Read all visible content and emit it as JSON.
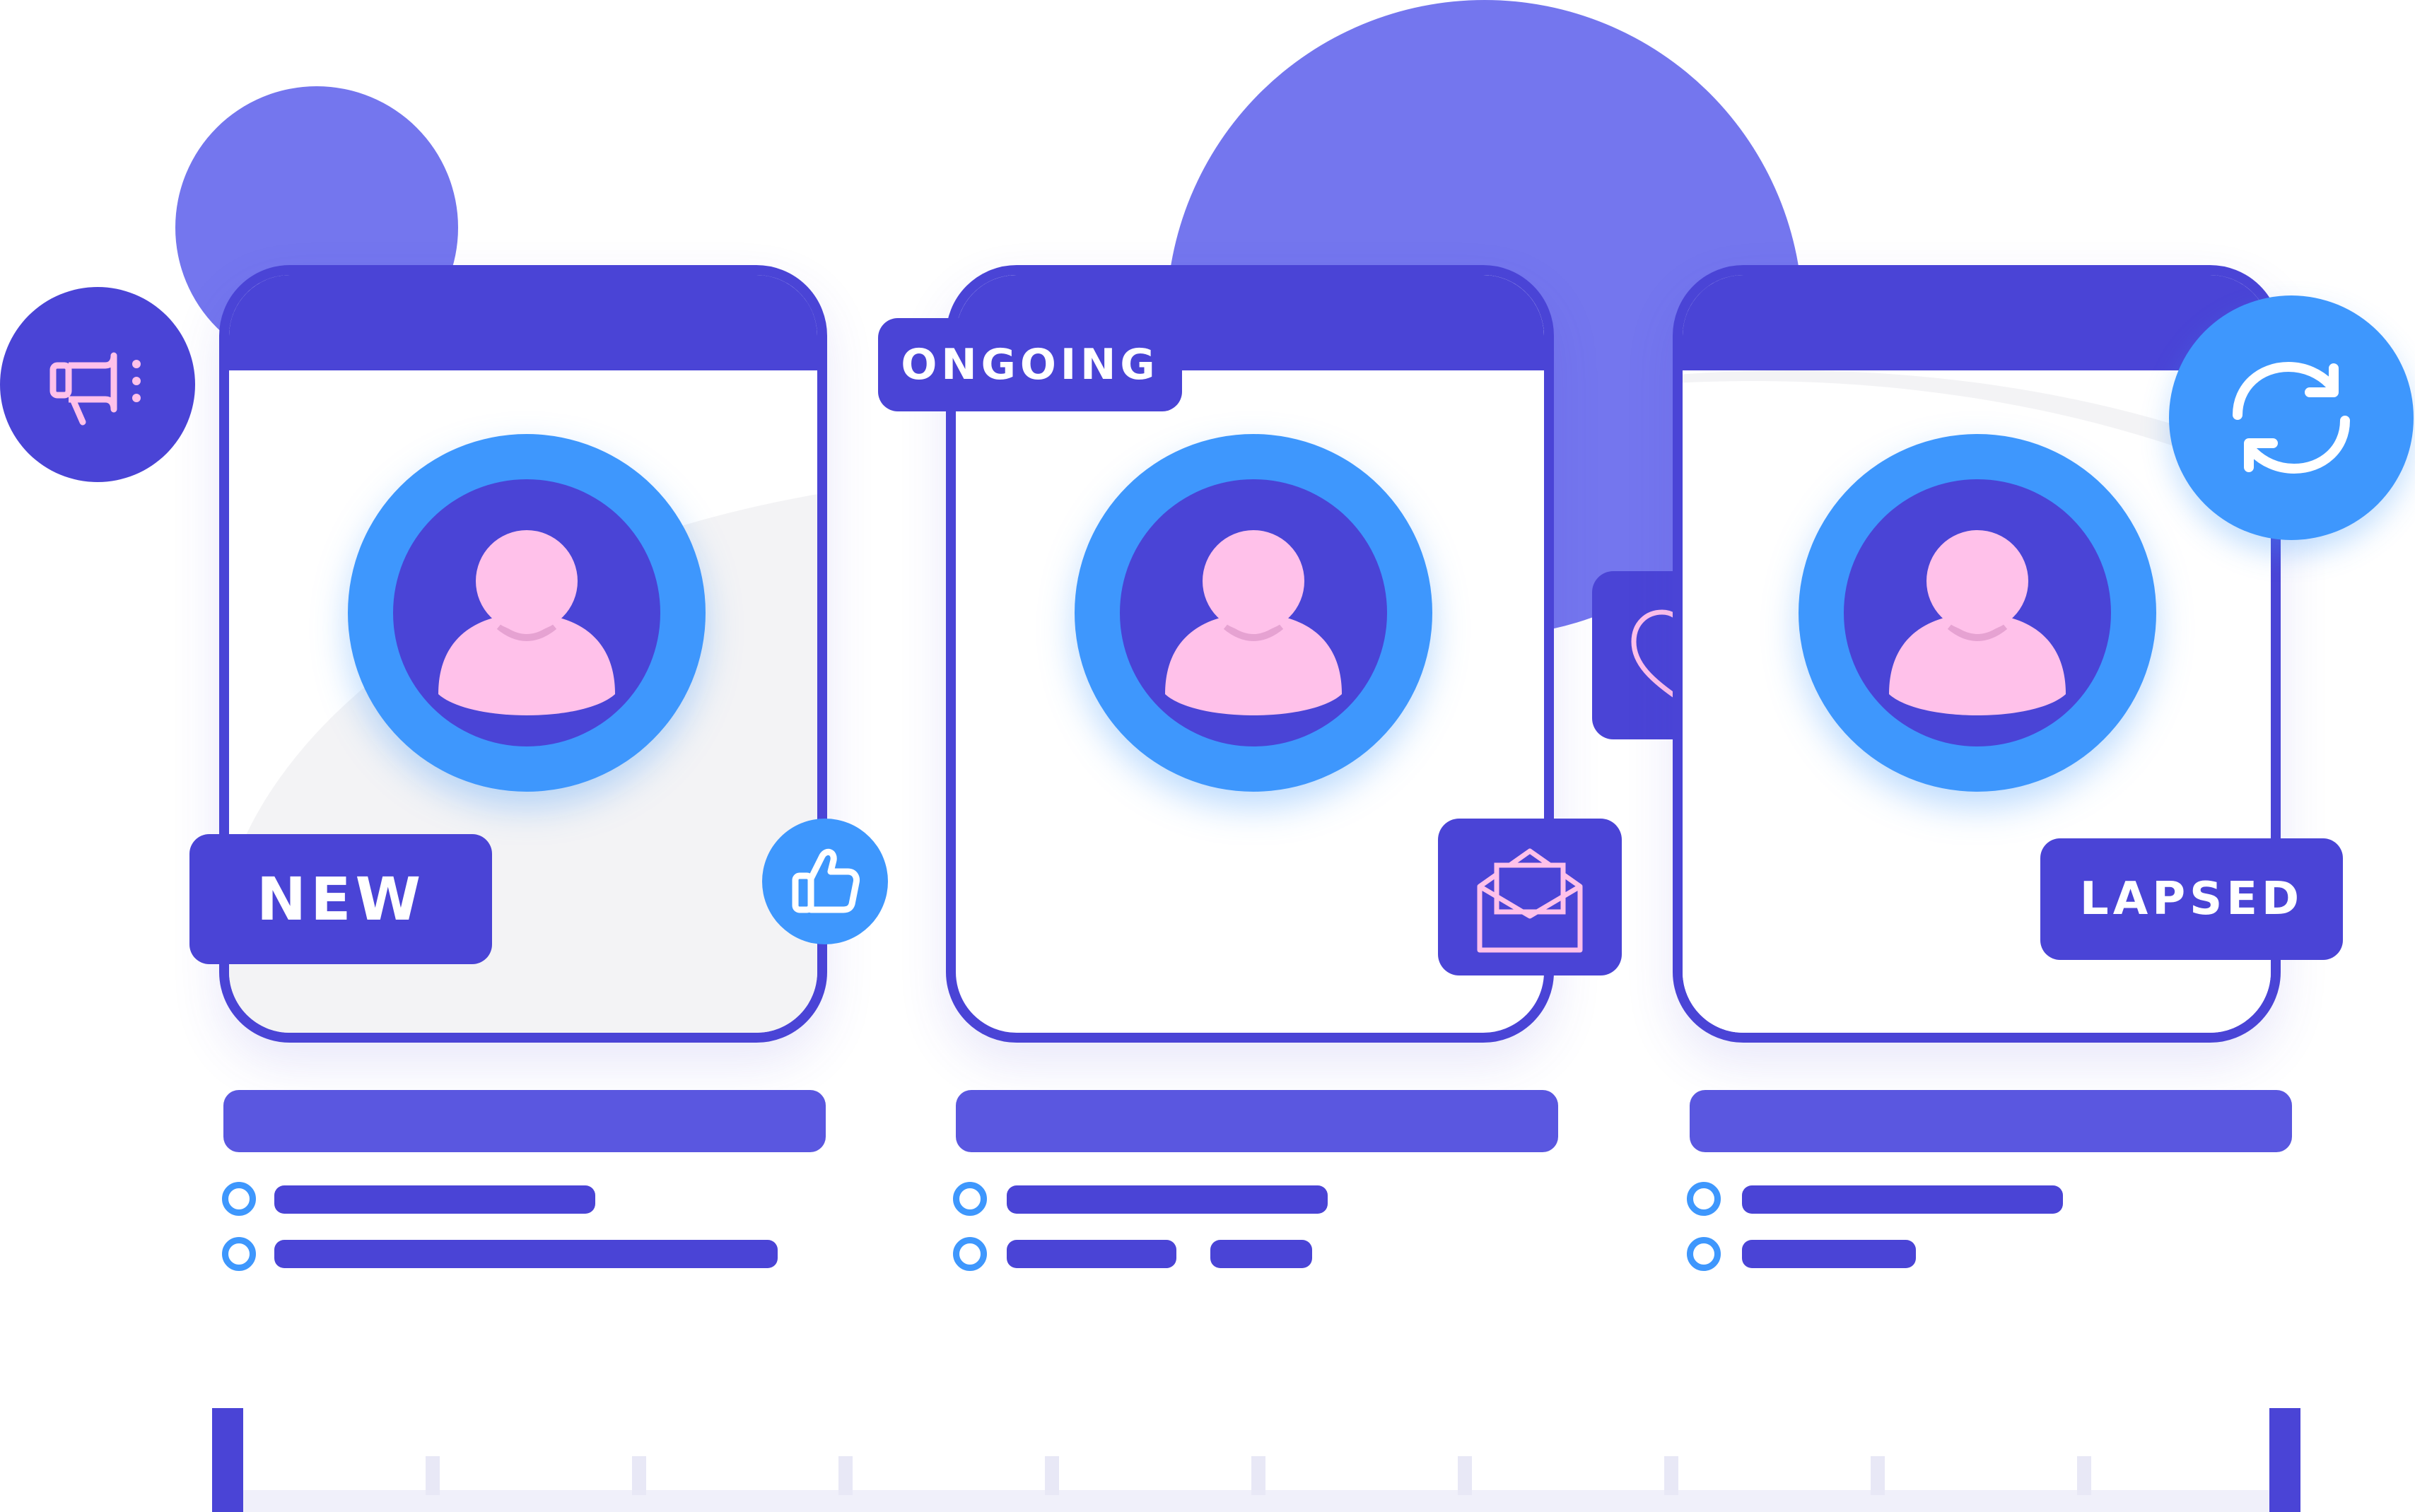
{
  "colors": {
    "primary": "#4a44d6",
    "secondary": "#7476ee",
    "accent_blue": "#3e97fd",
    "avatar_pink": "#ffc1ea",
    "light_gray": "#f3f3f5"
  },
  "cards": [
    {
      "status_label": "NEW",
      "badge_icon": "thumbs-up-icon"
    },
    {
      "status_label": "ONGOING",
      "badge_icon": "envelope-icon"
    },
    {
      "status_label": "LAPSED",
      "badge_icon": "refresh-icon"
    }
  ],
  "floating_icons": [
    "megaphone-icon",
    "heart-icon",
    "thumbs-up-icon",
    "envelope-icon",
    "refresh-icon"
  ]
}
